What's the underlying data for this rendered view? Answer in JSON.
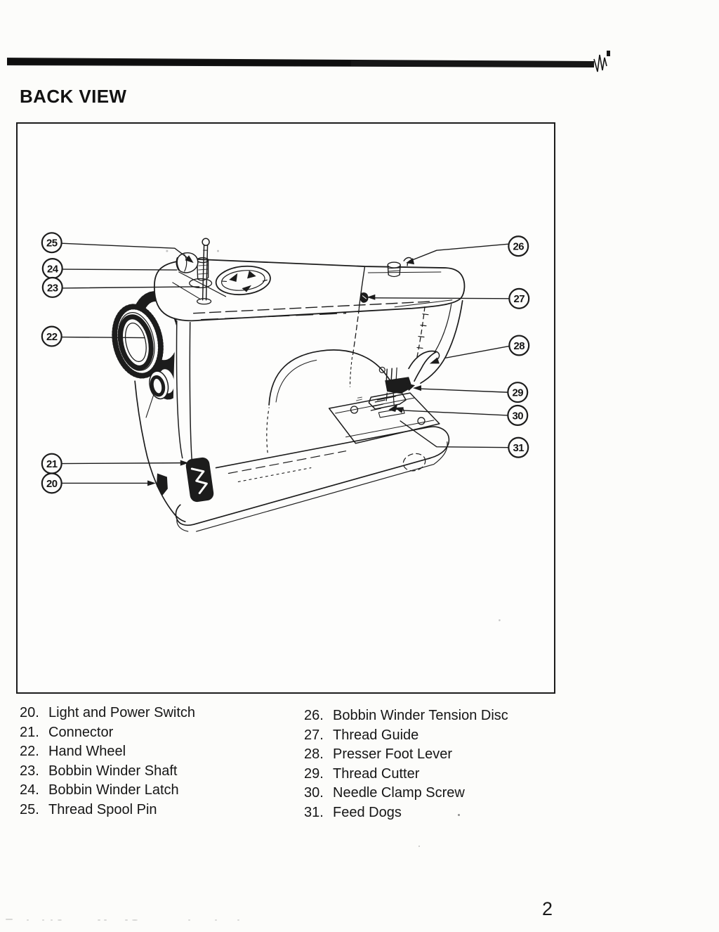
{
  "page": {
    "title": "BACK VIEW",
    "number": "2"
  },
  "diagram": {
    "callouts": [
      {
        "number": "25"
      },
      {
        "number": "24"
      },
      {
        "number": "23"
      },
      {
        "number": "22"
      },
      {
        "number": "21"
      },
      {
        "number": "20"
      },
      {
        "number": "26"
      },
      {
        "number": "27"
      },
      {
        "number": "28"
      },
      {
        "number": "29"
      },
      {
        "number": "30"
      },
      {
        "number": "31"
      }
    ]
  },
  "parts_list": {
    "left": [
      {
        "number": "20.",
        "label": "Light and Power Switch"
      },
      {
        "number": "21.",
        "label": "Connector"
      },
      {
        "number": "22.",
        "label": "Hand Wheel"
      },
      {
        "number": "23.",
        "label": "Bobbin Winder Shaft"
      },
      {
        "number": "24.",
        "label": "Bobbin Winder Latch"
      },
      {
        "number": "25.",
        "label": "Thread Spool Pin"
      }
    ],
    "right": [
      {
        "number": "26.",
        "label": "Bobbin Winder Tension Disc"
      },
      {
        "number": "27.",
        "label": "Thread Guide"
      },
      {
        "number": "28.",
        "label": "Presser Foot Lever"
      },
      {
        "number": "29.",
        "label": "Thread Cutter"
      },
      {
        "number": "30.",
        "label": "Needle Clamp Screw"
      },
      {
        "number": "31.",
        "label": "Feed Dogs"
      }
    ]
  },
  "colors": {
    "ink": "#1b1b1b",
    "paper": "#fcfcfa"
  }
}
